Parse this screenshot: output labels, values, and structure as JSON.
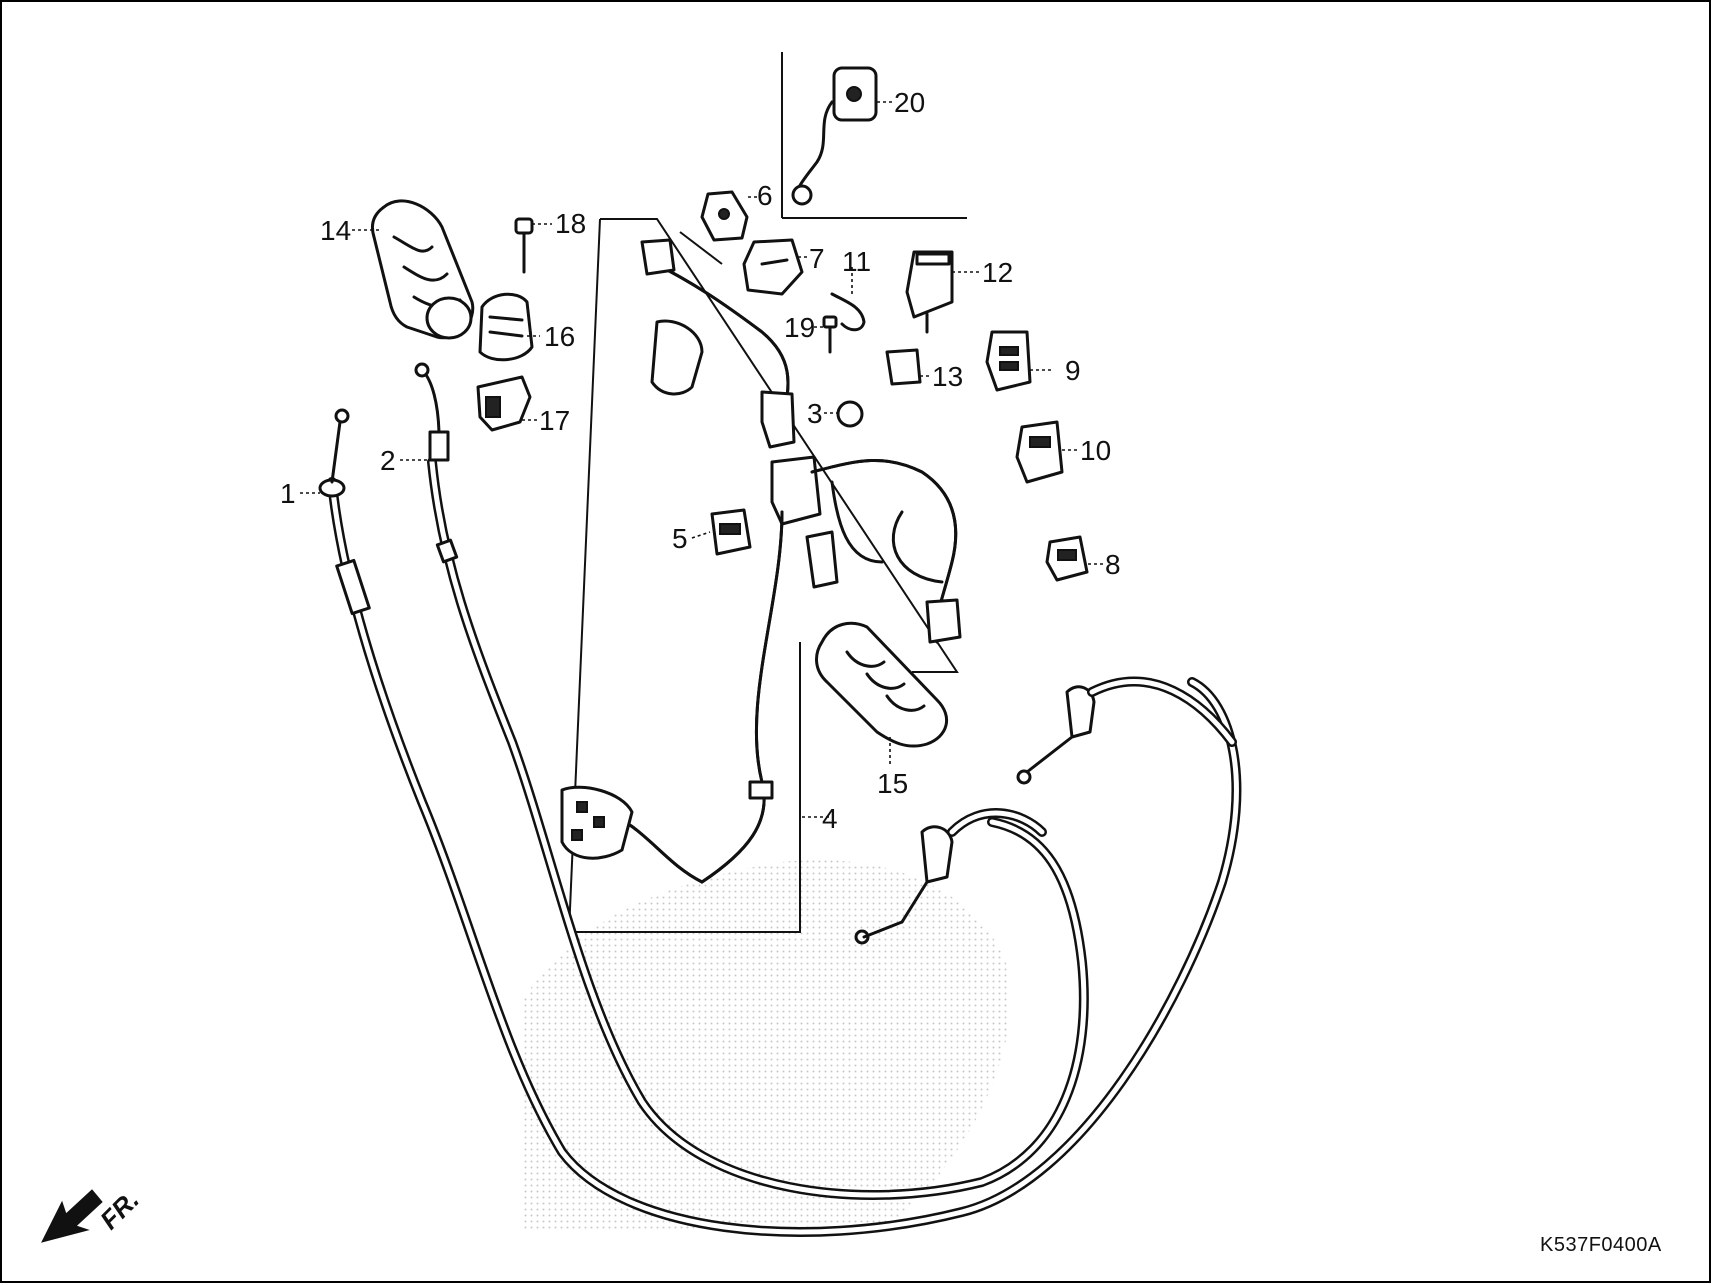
{
  "diagram": {
    "reference_code": "K537F0400A",
    "front_marker": "FR.",
    "callouts": [
      {
        "id": "1",
        "label": "1"
      },
      {
        "id": "2",
        "label": "2"
      },
      {
        "id": "3",
        "label": "3"
      },
      {
        "id": "4",
        "label": "4"
      },
      {
        "id": "5",
        "label": "5"
      },
      {
        "id": "6",
        "label": "6"
      },
      {
        "id": "7",
        "label": "7"
      },
      {
        "id": "8",
        "label": "8"
      },
      {
        "id": "9",
        "label": "9"
      },
      {
        "id": "10",
        "label": "10"
      },
      {
        "id": "11",
        "label": "11"
      },
      {
        "id": "12",
        "label": "12"
      },
      {
        "id": "13",
        "label": "13"
      },
      {
        "id": "14",
        "label": "14"
      },
      {
        "id": "15",
        "label": "15"
      },
      {
        "id": "16",
        "label": "16"
      },
      {
        "id": "17",
        "label": "17"
      },
      {
        "id": "18",
        "label": "18"
      },
      {
        "id": "19",
        "label": "19"
      },
      {
        "id": "20",
        "label": "20"
      }
    ]
  }
}
